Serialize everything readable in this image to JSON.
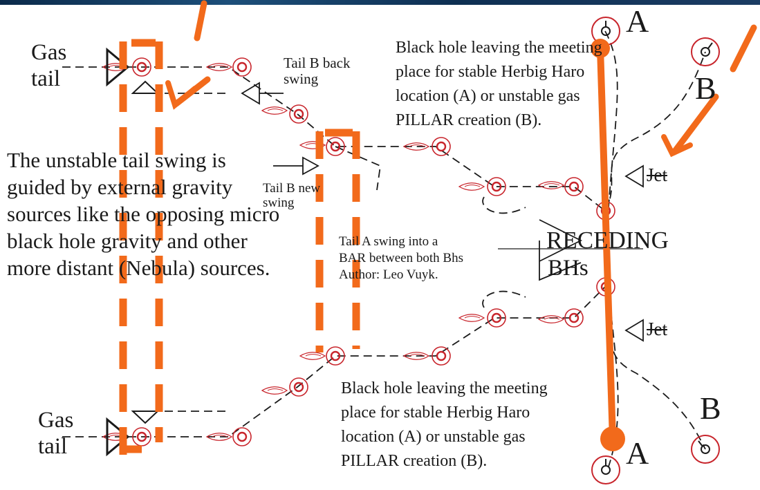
{
  "labels": {
    "gas_tail_top": "Gas\ntail",
    "gas_tail_bottom": "Gas\ntail",
    "tail_b_back_swing": "Tail B back\nswing",
    "tail_b_new_swing": "Tail B new\nswing",
    "bh_leaving_top": "Black hole leaving the meeting\nplace for stable Herbig Haro\nlocation (A) or unstable gas\nPILLAR creation (B).",
    "bh_leaving_bottom": "Black hole leaving the meeting\nplace for stable Herbig Haro\nlocation (A) or unstable gas\nPILLAR creation (B).",
    "unstable_tail_text": "The unstable tail swing is guided by external gravity sources like the opposing micro black hole gravity and other more distant (Nebula) sources.",
    "tail_a_swing": "Tail A swing into a\nBAR between both Bhs\nAuthor: Leo Vuyk.",
    "receding": "RECEDING",
    "bhs": "BHs",
    "jet_top": "Jet",
    "jet_bottom": "Jet",
    "a_top": "A",
    "a_bottom": "A",
    "b_top": "B",
    "b_bottom": "B"
  },
  "colors": {
    "annotation_orange": "#f26a1b",
    "bh_red": "#c8252c",
    "line_black": "#1a1a1a",
    "top_bar": "#0b2a4a"
  }
}
